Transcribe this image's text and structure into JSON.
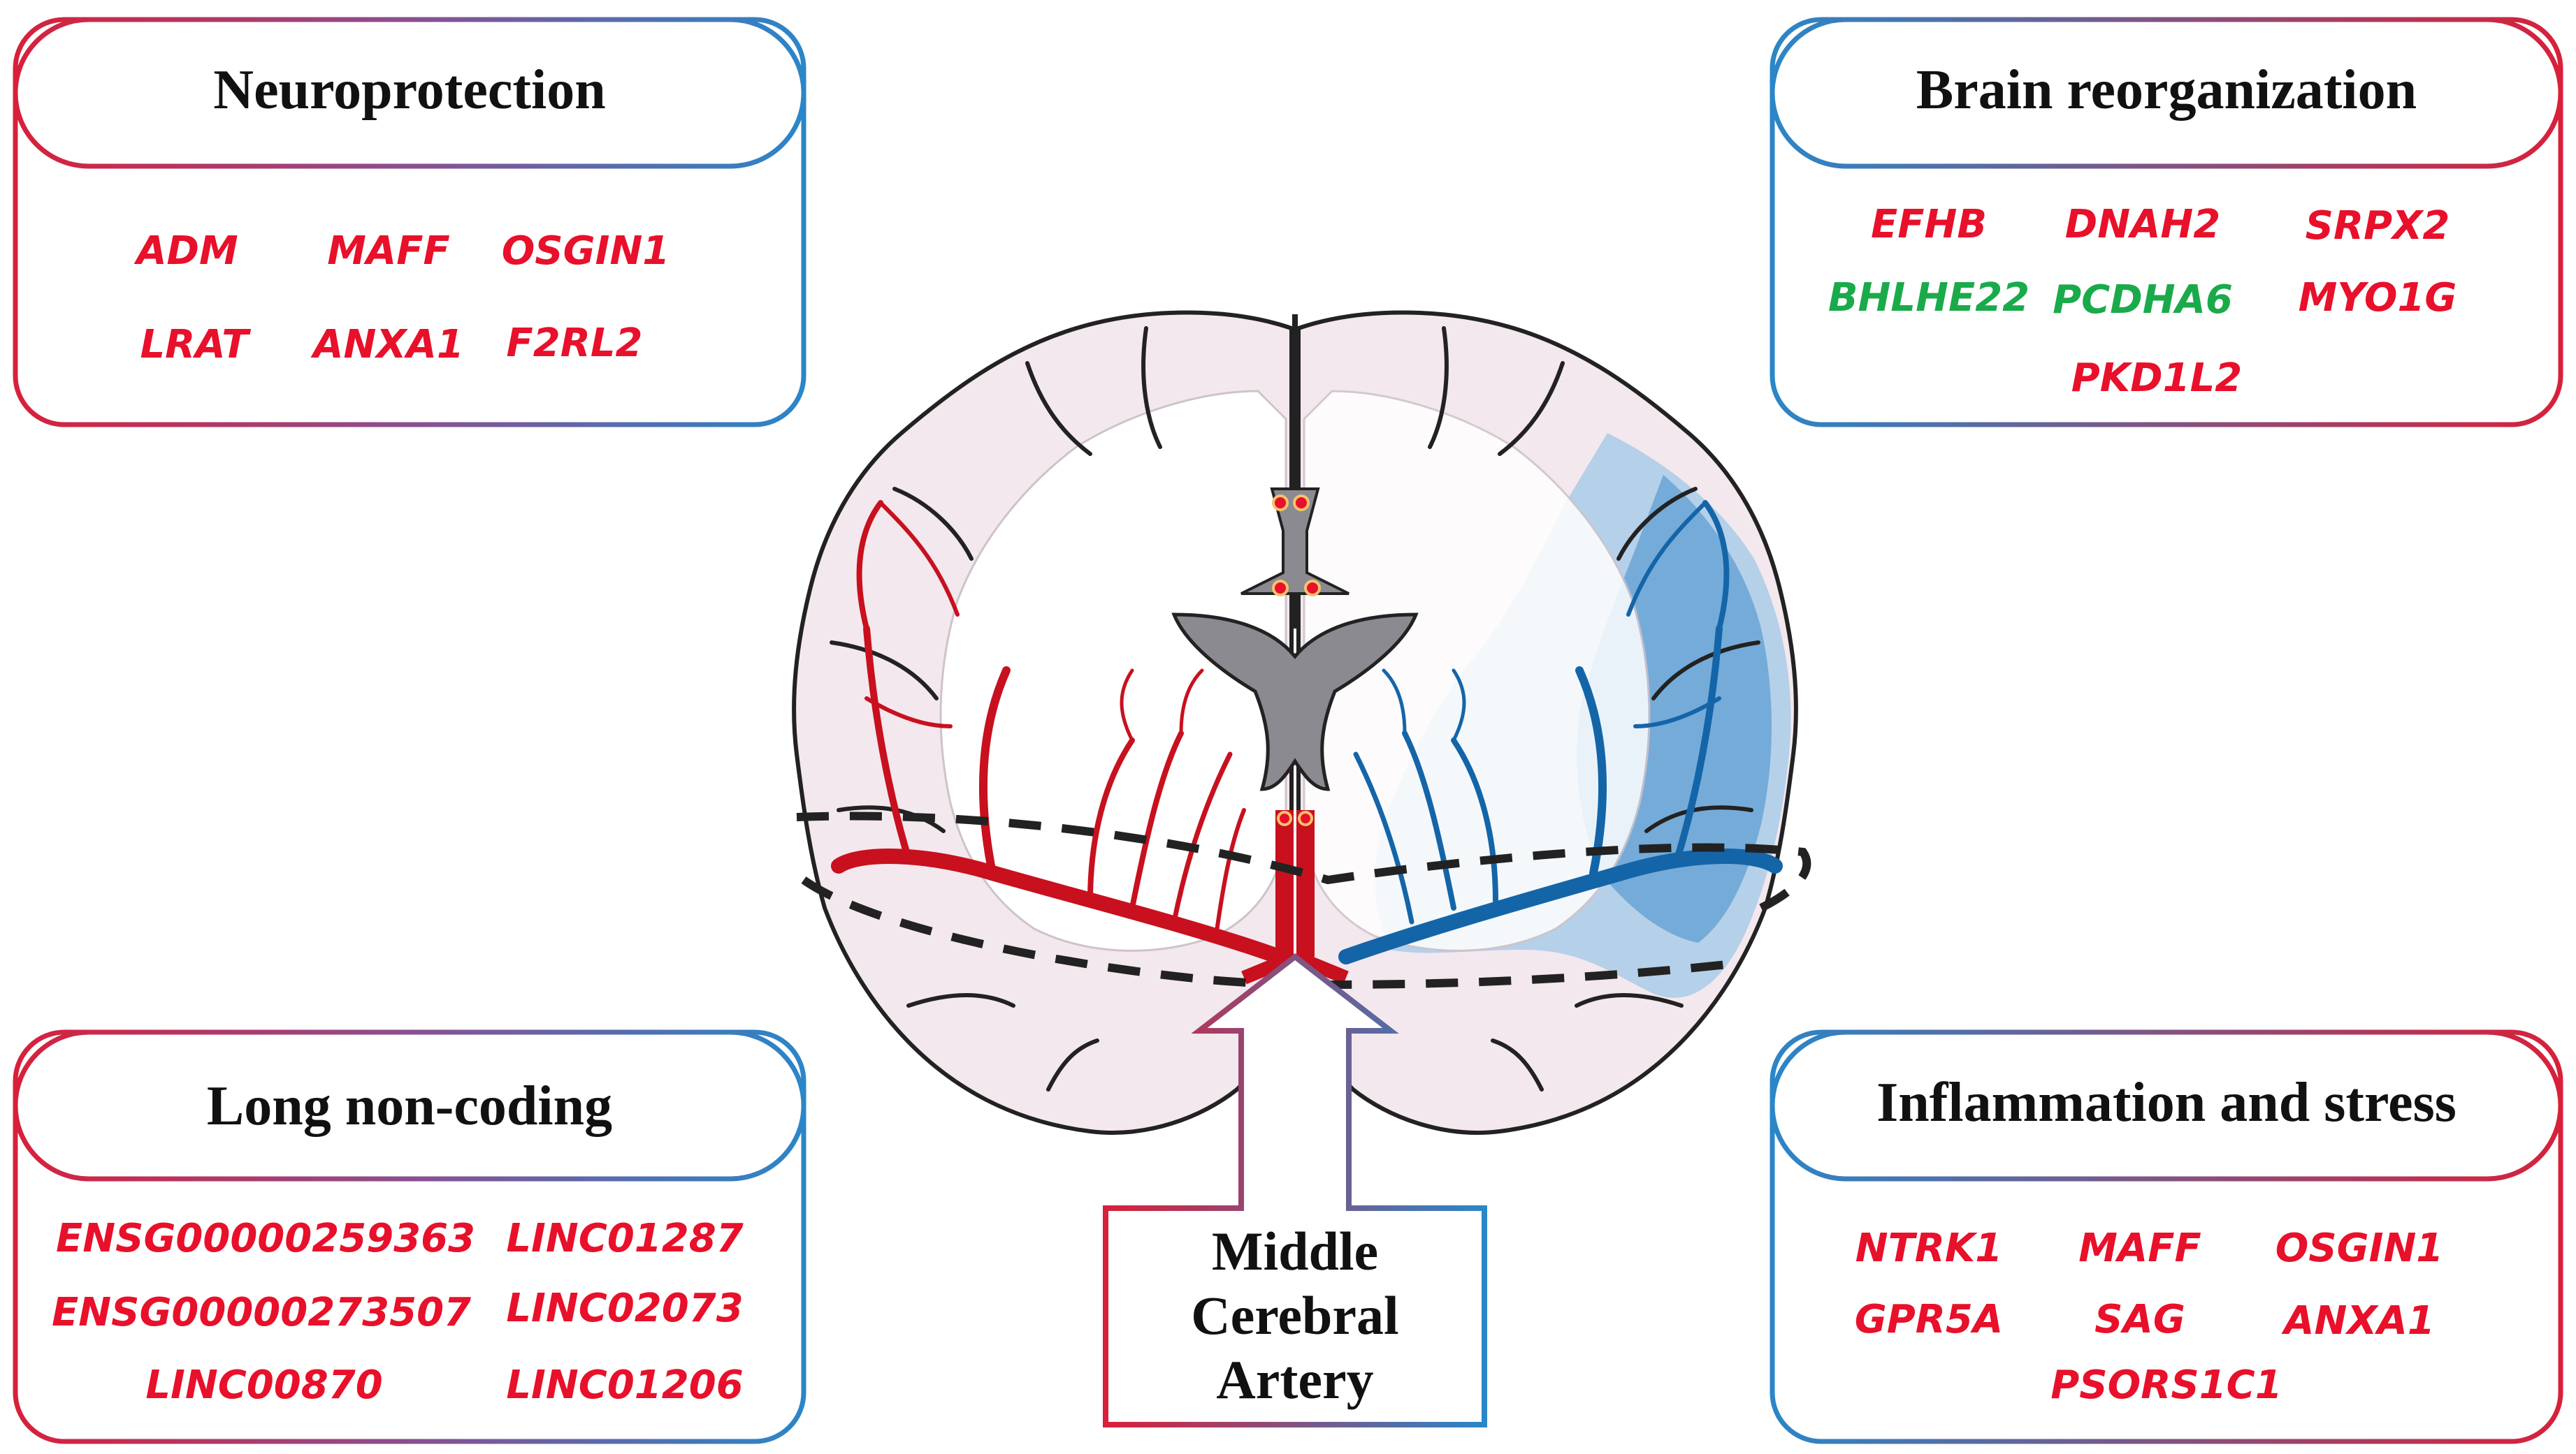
{
  "colors": {
    "red": "#e8102a",
    "green": "#1aaa4a",
    "blue": "#1f7cc4",
    "border_red": "#d8203a",
    "border_blue": "#2a86c8",
    "artery_red": "#c8101e",
    "vein_blue": "#1465a8",
    "brain_fill": "#f3e8ee",
    "white_matter": "#ffffff",
    "ventricle": "#8a8a90"
  },
  "panels": {
    "neuroprotection": {
      "title": "Neuroprotection",
      "genes": [
        {
          "label": "ADM",
          "color": "red"
        },
        {
          "label": "MAFF",
          "color": "red"
        },
        {
          "label": "OSGIN1",
          "color": "red"
        },
        {
          "label": "LRAT",
          "color": "red"
        },
        {
          "label": "ANXA1",
          "color": "red"
        },
        {
          "label": "F2RL2",
          "color": "red"
        }
      ]
    },
    "brain_reorganization": {
      "title": "Brain reorganization",
      "genes": [
        {
          "label": "EFHB",
          "color": "red"
        },
        {
          "label": "DNAH2",
          "color": "red"
        },
        {
          "label": "SRPX2",
          "color": "red"
        },
        {
          "label": "BHLHE22",
          "color": "green"
        },
        {
          "label": "PCDHA6",
          "color": "green"
        },
        {
          "label": "MYO1G",
          "color": "red"
        },
        {
          "label": "PKD1L2",
          "color": "red"
        }
      ]
    },
    "long_noncoding": {
      "title": "Long non-coding",
      "genes": [
        {
          "label": "ENSG00000259363",
          "color": "red"
        },
        {
          "label": "LINC01287",
          "color": "red"
        },
        {
          "label": "ENSG00000273507",
          "color": "red"
        },
        {
          "label": "LINC02073",
          "color": "red"
        },
        {
          "label": "LINC00870",
          "color": "red"
        },
        {
          "label": "LINC01206",
          "color": "red"
        }
      ]
    },
    "inflammation_stress": {
      "title": "Inflammation and stress",
      "genes": [
        {
          "label": "NTRK1",
          "color": "red"
        },
        {
          "label": "MAFF",
          "color": "red"
        },
        {
          "label": "OSGIN1",
          "color": "red"
        },
        {
          "label": "GPR5A",
          "color": "red"
        },
        {
          "label": "SAG",
          "color": "red"
        },
        {
          "label": "ANXA1",
          "color": "red"
        },
        {
          "label": "PSORS1C1",
          "color": "red"
        }
      ]
    }
  },
  "mca_label": {
    "line1": "Middle",
    "line2": "Cerebral",
    "line3": "Artery"
  }
}
